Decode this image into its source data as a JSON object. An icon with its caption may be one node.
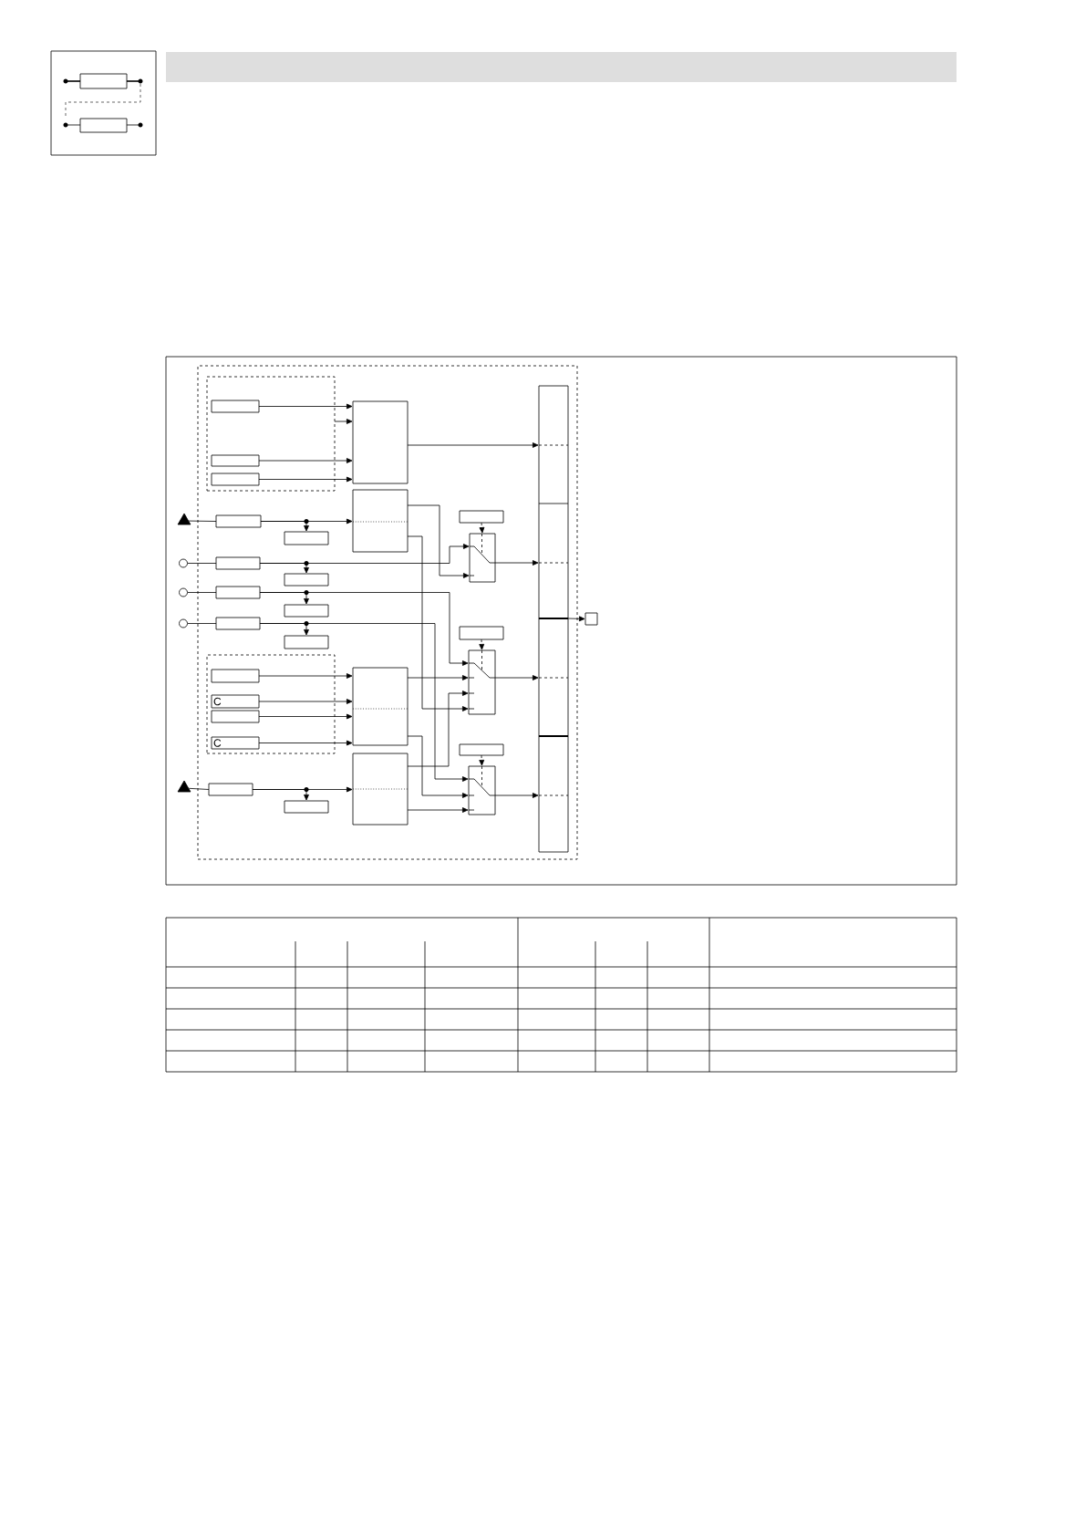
{
  "diagram": {
    "nodes": [
      {
        "text": [],
        "shape": "box"
      },
      {
        "text": [],
        "shape": "box",
        "in": 0
      },
      {
        "text": [],
        "shape": "box",
        "in": 1
      },
      {
        "text": [],
        "shape": "box",
        "in": 1
      },
      {
        "text": [],
        "shape": "box",
        "in": 1
      },
      {
        "text": [],
        "shape": "box",
        "in": 0
      },
      {
        "text": [],
        "shape": "box",
        "in": 0
      },
      {
        "text": [],
        "shape": "triangle"
      },
      {
        "text": [],
        "shape": "box",
        "in": 0
      },
      {
        "text": [],
        "shape": "box",
        "in": 0
      },
      {
        "text": [],
        "shape": "circle"
      },
      {
        "text": [],
        "shape": "box",
        "in": 0
      },
      {
        "text": [],
        "shape": "box",
        "in": 0
      },
      {
        "text": [],
        "shape": "circle"
      },
      {
        "text": [],
        "shape": "box",
        "in": 0
      },
      {
        "text": [],
        "shape": "box",
        "in": 0
      },
      {
        "text": [],
        "shape": "circle"
      },
      {
        "text": [],
        "shape": "box",
        "in": 0
      },
      {
        "text": [],
        "shape": "box",
        "in": 0
      },
      {
        "text": [],
        "shape": "box",
        "in": 0
      },
      {
        "text": [],
        "shape": "box",
        "in": 19
      },
      {
        "text": [
          "C"
        ],
        "in": 19
      },
      {
        "text": [],
        "shape": "box",
        "in": 19
      },
      {
        "text": [
          "C"
        ],
        "in": 19
      },
      {
        "text": [],
        "shape": "box",
        "in": 0
      },
      {
        "text": [],
        "shape": "triangle"
      },
      {
        "text": [],
        "shape": "box",
        "in": 0
      },
      {
        "text": [],
        "shape": "box",
        "in": 0
      },
      {
        "text": [],
        "shape": "box",
        "in": 0
      },
      {
        "text": [],
        "shape": "box",
        "in": 0
      },
      {
        "text": [],
        "shape": "box",
        "in": 0
      },
      {
        "text": [],
        "shape": "box",
        "in": 0
      },
      {
        "text": [],
        "shape": "box",
        "in": 0
      },
      {
        "text": [],
        "shape": "box",
        "in": 0
      },
      {
        "text": [],
        "shape": "box",
        "in": 0
      },
      {
        "text": [],
        "shape": "bar",
        "in": 0
      },
      {
        "text": [],
        "shape": "box"
      }
    ],
    "edges": [
      {
        "from": 2,
        "to": 5,
        "arrow": "to"
      },
      {
        "from": 1,
        "to": 5,
        "arrow": "to"
      },
      {
        "from": 3,
        "to": 5,
        "arrow": "to"
      },
      {
        "from": 4,
        "to": 5,
        "arrow": "to"
      },
      {
        "from": 5,
        "to": 35,
        "arrow": "to"
      },
      {
        "from": 7,
        "to": 8,
        "arrow": "none"
      },
      {
        "from": 8,
        "to": 6,
        "arrow": "to"
      },
      {
        "from": 8,
        "to": 9,
        "arrow": "to"
      },
      {
        "from": 10,
        "to": 11,
        "arrow": "none"
      },
      {
        "from": 11,
        "to": 30,
        "arrow": "to"
      },
      {
        "from": 11,
        "to": 12,
        "arrow": "to"
      },
      {
        "from": 13,
        "to": 14,
        "arrow": "none"
      },
      {
        "from": 14,
        "to": 32,
        "arrow": "to"
      },
      {
        "from": 14,
        "to": 15,
        "arrow": "to"
      },
      {
        "from": 16,
        "to": 17,
        "arrow": "none"
      },
      {
        "from": 17,
        "to": 34,
        "arrow": "to"
      },
      {
        "from": 17,
        "to": 18,
        "arrow": "to"
      },
      {
        "from": 6,
        "to": 30,
        "arrow": "to"
      },
      {
        "from": 6,
        "to": 32,
        "arrow": "to"
      },
      {
        "from": 20,
        "to": 24,
        "arrow": "to"
      },
      {
        "from": 21,
        "to": 24,
        "arrow": "to"
      },
      {
        "from": 22,
        "to": 24,
        "arrow": "to"
      },
      {
        "from": 23,
        "to": 24,
        "arrow": "to"
      },
      {
        "from": 24,
        "to": 32,
        "arrow": "to"
      },
      {
        "from": 24,
        "to": 34,
        "arrow": "to"
      },
      {
        "from": 25,
        "to": 26,
        "arrow": "none"
      },
      {
        "from": 26,
        "to": 28,
        "arrow": "to"
      },
      {
        "from": 26,
        "to": 27,
        "arrow": "to"
      },
      {
        "from": 28,
        "to": 32,
        "arrow": "to"
      },
      {
        "from": 28,
        "to": 34,
        "arrow": "to"
      },
      {
        "from": 29,
        "to": 30,
        "arrow": "to",
        "style": "dashed"
      },
      {
        "from": 31,
        "to": 32,
        "arrow": "to",
        "style": "dashed"
      },
      {
        "from": 33,
        "to": 34,
        "arrow": "to",
        "style": "dashed"
      },
      {
        "from": 30,
        "to": 35,
        "arrow": "to"
      },
      {
        "from": 32,
        "to": 35,
        "arrow": "to"
      },
      {
        "from": 34,
        "to": 35,
        "arrow": "to"
      },
      {
        "from": 35,
        "to": 36,
        "arrow": "to"
      }
    ]
  }
}
